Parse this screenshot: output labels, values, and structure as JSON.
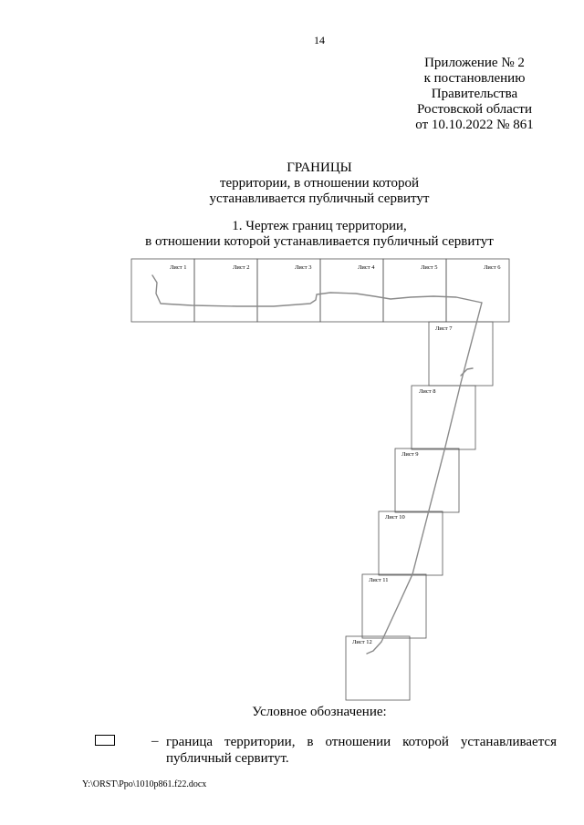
{
  "page_number": "14",
  "appendix": {
    "lines": [
      "Приложение № 2",
      "к постановлению",
      "Правительства",
      "Ростовской области",
      "от 10.10.2022 № 861"
    ]
  },
  "title": {
    "heading": "ГРАНИЦЫ",
    "line2": "территории, в отношении которой",
    "line3": "устанавливается публичный сервитут"
  },
  "section": {
    "line1": "1. Чертеж границ территории,",
    "line2": "в отношении которой устанавливается публичный сервитут"
  },
  "sheets": [
    "Лист 1",
    "Лист 2",
    "Лист 3",
    "Лист 4",
    "Лист 5",
    "Лист 6",
    "Лист 7",
    "Лист 8",
    "Лист 9",
    "Лист 10",
    "Лист 11",
    "Лист 12"
  ],
  "legend": {
    "title": "Условное обозначение:",
    "dash": "–",
    "text_line1": "граница территории, в отношении которой устанавливается",
    "text_line2": "публичный сервитут."
  },
  "footer": "Y:\\ORST\\Ppo\\1010p861.f22.docx"
}
